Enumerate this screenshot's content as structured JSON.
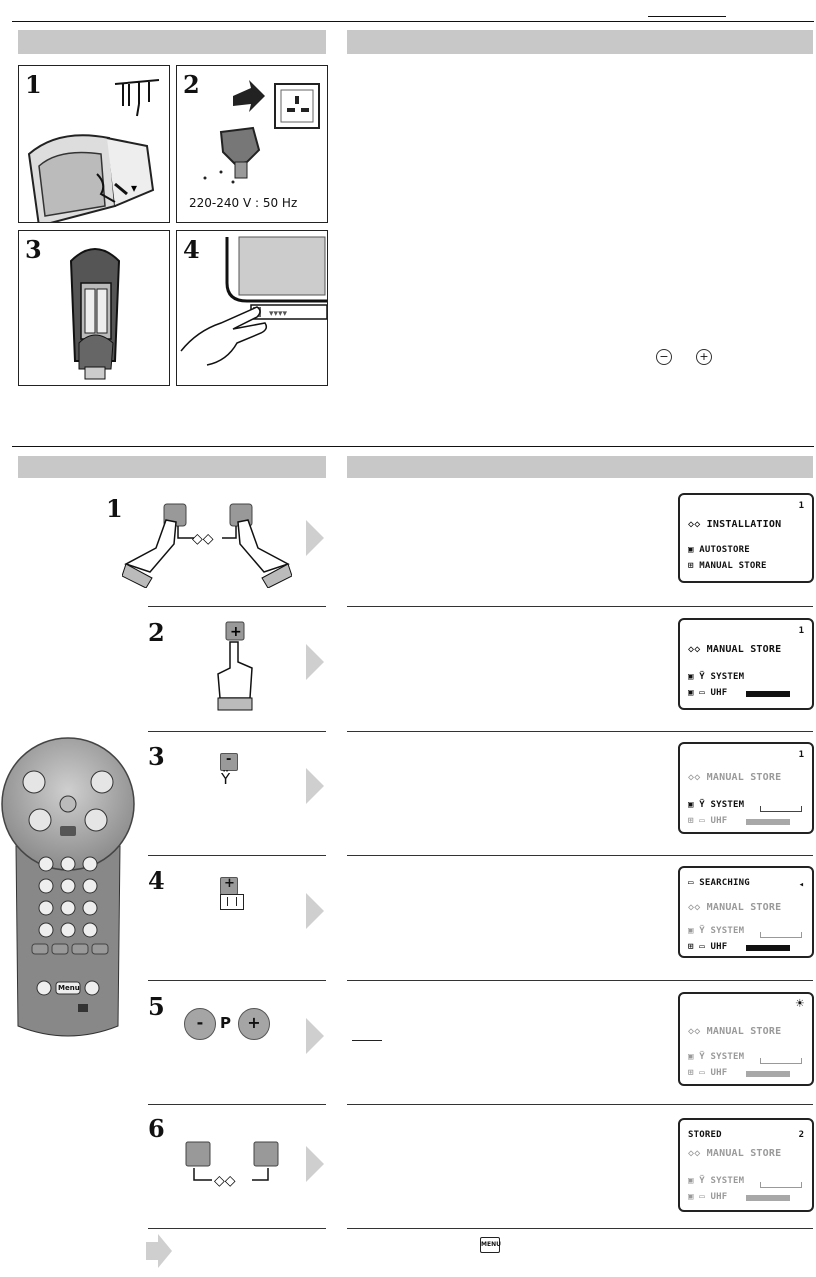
{
  "installation_panels": [
    {
      "number": "1",
      "icon": "tv-antenna-connection-icon"
    },
    {
      "number": "2",
      "icon": "mains-plug-icon",
      "caption": "220-240 V : 50 Hz"
    },
    {
      "number": "3",
      "icon": "remote-battery-compartment-icon"
    },
    {
      "number": "4",
      "icon": "power-button-press-icon"
    }
  ],
  "inline_symbols": {
    "minus": "−",
    "plus": "+",
    "menu": "MENU"
  },
  "steps": [
    {
      "number": "1",
      "osd": {
        "corner": "1",
        "title": "◇◇ INSTALLATION",
        "lines": [
          "AUTOSTORE",
          "MANUAL STORE"
        ]
      }
    },
    {
      "number": "2",
      "osd": {
        "corner": "1",
        "title": "◇◇ MANUAL STORE",
        "lines": [
          "Ÿ SYSTEM",
          "▭ UHF"
        ]
      }
    },
    {
      "number": "3",
      "key_label": "-",
      "osd": {
        "corner": "1",
        "title": "◇◇ MANUAL STORE",
        "lines": [
          "Ÿ SYSTEM",
          "▭ UHF"
        ]
      }
    },
    {
      "number": "4",
      "key_label": "+",
      "osd": {
        "header": "SEARCHING",
        "corner": "◂",
        "title": "◇◇ MANUAL STORE",
        "lines": [
          "Ÿ SYSTEM",
          "▭ UHF"
        ]
      }
    },
    {
      "number": "5",
      "key_minus": "-",
      "key_p": "P",
      "key_plus": "+",
      "osd": {
        "corner": "☀",
        "title": "◇◇ MANUAL STORE",
        "lines": [
          "Ÿ SYSTEM",
          "▭ UHF"
        ]
      }
    },
    {
      "number": "6",
      "osd": {
        "header": "STORED",
        "corner": "2",
        "title": "◇◇ MANUAL STORE",
        "lines": [
          "Ÿ SYSTEM",
          "▭ UHF"
        ]
      }
    }
  ],
  "remote": {
    "menu_label": "Menu",
    "icon": "remote-control-icon"
  }
}
